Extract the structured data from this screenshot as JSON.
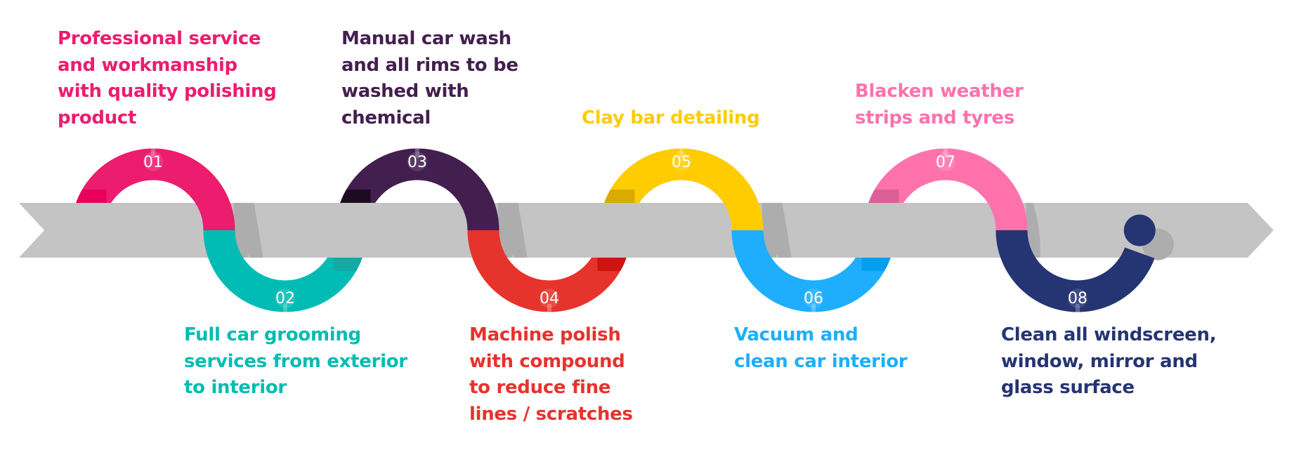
{
  "title": "Car grooming service steps",
  "band_color": "#c4c4c4",
  "band_shadow_color": "#adadad",
  "steps": [
    {
      "number": "01",
      "text": "Professional service\nand workmanship\nwith quality polishing\nproduct",
      "color": "#ec1c6e",
      "dark": "#e8005a",
      "position": "top"
    },
    {
      "number": "02",
      "text": "Full car grooming\nservices from exterior\nto interior",
      "color": "#00bcb4",
      "dark": "#12aaa3",
      "position": "bottom"
    },
    {
      "number": "03",
      "text": "Manual car wash\nand all rims to be\nwashed with\nchemical",
      "color": "#431f4f",
      "dark": "#1c0b20",
      "position": "top"
    },
    {
      "number": "04",
      "text": "Machine polish\nwith compound\nto reduce fine\nlines / scratches",
      "color": "#e6332c",
      "dark": "#cc1410",
      "position": "bottom"
    },
    {
      "number": "05",
      "text": "Clay bar detailing",
      "color": "#ffcc00",
      "dark": "#d9aa00",
      "position": "top"
    },
    {
      "number": "06",
      "text": "Vacuum and\nclean car interior",
      "color": "#1eaefd",
      "dark": "#009ff0",
      "position": "bottom"
    },
    {
      "number": "07",
      "text": "Blacken weather\nstrips and tyres",
      "color": "#ff72ac",
      "dark": "#dc5f96",
      "position": "top"
    },
    {
      "number": "08",
      "text": "Clean all windscreen,\nwindow, mirror and\nglass surface",
      "color": "#253473",
      "dark": "#1a2660",
      "position": "bottom"
    }
  ]
}
